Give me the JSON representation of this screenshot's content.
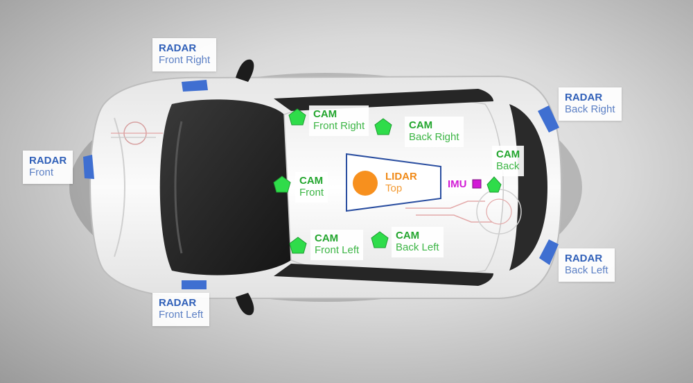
{
  "sensors": {
    "radar_front_right": {
      "type": "RADAR",
      "position": "Front Right"
    },
    "radar_front": {
      "type": "RADAR",
      "position": "Front"
    },
    "radar_front_left": {
      "type": "RADAR",
      "position": "Front Left"
    },
    "radar_back_right": {
      "type": "RADAR",
      "position": "Back Right"
    },
    "radar_back_left": {
      "type": "RADAR",
      "position": "Back Left"
    },
    "cam_front_right": {
      "type": "CAM",
      "position": "Front Right"
    },
    "cam_back_right": {
      "type": "CAM",
      "position": "Back Right"
    },
    "cam_front": {
      "type": "CAM",
      "position": "Front"
    },
    "cam_back": {
      "type": "CAM",
      "position": "Back"
    },
    "cam_front_left": {
      "type": "CAM",
      "position": "Front Left"
    },
    "cam_back_left": {
      "type": "CAM",
      "position": "Back Left"
    },
    "lidar_top": {
      "type": "LIDAR",
      "position": "Top"
    },
    "imu": {
      "type": "IMU"
    }
  },
  "colors": {
    "radar": "#3f6fd1",
    "cam": "#2fdc4a",
    "lidar": "#f7901e",
    "imu": "#d21ad6",
    "car_body": "#f1f1f1"
  }
}
